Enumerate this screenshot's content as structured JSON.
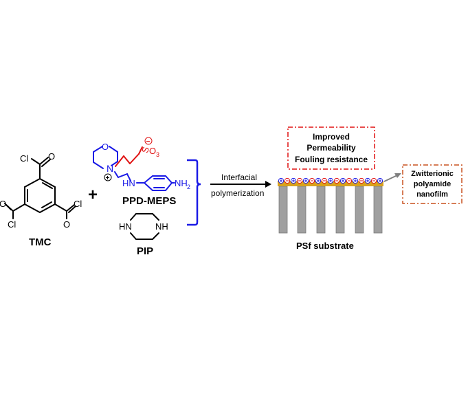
{
  "reactants": {
    "tmc": {
      "name": "TMC",
      "acyl_group_top": {
        "carbonyl_o": "O",
        "cl": "Cl"
      },
      "acyl_group_left": {
        "carbonyl_o": "O",
        "cl": "Cl"
      },
      "acyl_group_right": {
        "carbonyl_o": "O",
        "cl": "Cl"
      }
    },
    "plus_sign": "+",
    "ppd_meps": {
      "name": "PPD-MEPS",
      "morpholine_o": "O",
      "ammonium_n": "N",
      "positive_charge": "+",
      "negative_charge": "−",
      "sulfonate_s": "S",
      "sulfonate_o": "O",
      "sulfonate_subscript": "3",
      "amine_nh": "HN",
      "amine_nh2": "NH",
      "nh2_subscript": "2"
    },
    "pip": {
      "name": "PIP",
      "nh_left": "HN",
      "nh_right": "NH"
    }
  },
  "reaction_arrow": {
    "label_line1": "Interfacial",
    "label_line2": "polymerization"
  },
  "membrane": {
    "improvement_box": {
      "line1": "Improved",
      "line2": "Permeability",
      "line3": "Fouling resistance"
    },
    "substrate_label": "PSf substrate",
    "nanofilm_box": {
      "line1": "Zwitterionic",
      "line2": "polyamide",
      "line3": "nanofilm"
    },
    "zwitterion_plus": "+",
    "zwitterion_minus": "−"
  },
  "colors": {
    "bond": "#000000",
    "ppd_blue": "#1a1ae6",
    "meps_red": "#e01010",
    "bracket": "#1a1ae6",
    "film": "#d9a21c",
    "substrate": "#a0a0a0",
    "box_red": "#e01010",
    "box_orange": "#c8501e",
    "pointer": "#7f7f7f"
  }
}
